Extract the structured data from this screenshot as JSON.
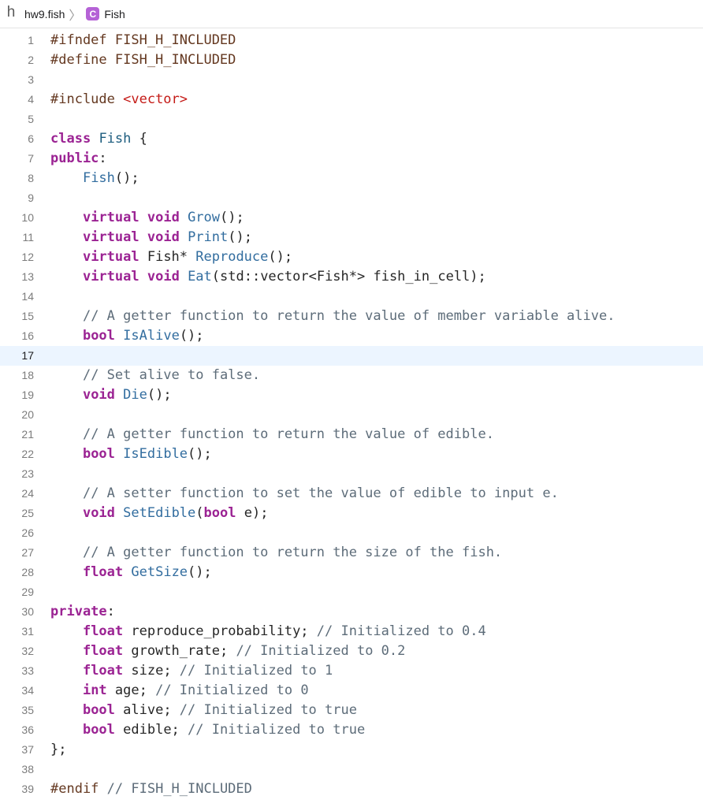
{
  "jumpbar": {
    "file_glyph": "h",
    "file_name": "hw9.fish",
    "separator": "〉",
    "class_badge": "C",
    "symbol_name": "Fish"
  },
  "editor": {
    "current_line": 17,
    "lines": [
      {
        "n": "1",
        "tokens": [
          {
            "t": "#ifndef FISH_H_INCLUDED",
            "k": "pre"
          }
        ]
      },
      {
        "n": "2",
        "tokens": [
          {
            "t": "#define FISH_H_INCLUDED",
            "k": "pre"
          }
        ]
      },
      {
        "n": "3",
        "tokens": []
      },
      {
        "n": "4",
        "tokens": [
          {
            "t": "#include ",
            "k": "pre"
          },
          {
            "t": "<vector>",
            "k": "str"
          }
        ]
      },
      {
        "n": "5",
        "tokens": []
      },
      {
        "n": "6",
        "tokens": [
          {
            "t": "class",
            "k": "kw"
          },
          {
            "t": " ",
            "k": "plain"
          },
          {
            "t": "Fish",
            "k": "type"
          },
          {
            "t": " {",
            "k": "plain"
          }
        ]
      },
      {
        "n": "7",
        "tokens": [
          {
            "t": "public",
            "k": "kw"
          },
          {
            "t": ":",
            "k": "plain"
          }
        ]
      },
      {
        "n": "8",
        "tokens": [
          {
            "t": "    ",
            "k": "plain"
          },
          {
            "t": "Fish",
            "k": "fn"
          },
          {
            "t": "();",
            "k": "plain"
          }
        ]
      },
      {
        "n": "9",
        "tokens": []
      },
      {
        "n": "10",
        "tokens": [
          {
            "t": "    ",
            "k": "plain"
          },
          {
            "t": "virtual",
            "k": "kw"
          },
          {
            "t": " ",
            "k": "plain"
          },
          {
            "t": "void",
            "k": "kw"
          },
          {
            "t": " ",
            "k": "plain"
          },
          {
            "t": "Grow",
            "k": "fn"
          },
          {
            "t": "();",
            "k": "plain"
          }
        ]
      },
      {
        "n": "11",
        "tokens": [
          {
            "t": "    ",
            "k": "plain"
          },
          {
            "t": "virtual",
            "k": "kw"
          },
          {
            "t": " ",
            "k": "plain"
          },
          {
            "t": "void",
            "k": "kw"
          },
          {
            "t": " ",
            "k": "plain"
          },
          {
            "t": "Print",
            "k": "fn"
          },
          {
            "t": "();",
            "k": "plain"
          }
        ]
      },
      {
        "n": "12",
        "tokens": [
          {
            "t": "    ",
            "k": "plain"
          },
          {
            "t": "virtual",
            "k": "kw"
          },
          {
            "t": " Fish* ",
            "k": "plain"
          },
          {
            "t": "Reproduce",
            "k": "fn"
          },
          {
            "t": "();",
            "k": "plain"
          }
        ]
      },
      {
        "n": "13",
        "tokens": [
          {
            "t": "    ",
            "k": "plain"
          },
          {
            "t": "virtual",
            "k": "kw"
          },
          {
            "t": " ",
            "k": "plain"
          },
          {
            "t": "void",
            "k": "kw"
          },
          {
            "t": " ",
            "k": "plain"
          },
          {
            "t": "Eat",
            "k": "fn"
          },
          {
            "t": "(std::vector<Fish*> fish_in_cell);",
            "k": "plain"
          }
        ]
      },
      {
        "n": "14",
        "tokens": []
      },
      {
        "n": "15",
        "tokens": [
          {
            "t": "    ",
            "k": "plain"
          },
          {
            "t": "// A getter function to return the value of member variable alive.",
            "k": "cmt"
          }
        ]
      },
      {
        "n": "16",
        "tokens": [
          {
            "t": "    ",
            "k": "plain"
          },
          {
            "t": "bool",
            "k": "kw"
          },
          {
            "t": " ",
            "k": "plain"
          },
          {
            "t": "IsAlive",
            "k": "fn"
          },
          {
            "t": "();",
            "k": "plain"
          }
        ]
      },
      {
        "n": "17",
        "tokens": []
      },
      {
        "n": "18",
        "tokens": [
          {
            "t": "    ",
            "k": "plain"
          },
          {
            "t": "// Set alive to false.",
            "k": "cmt"
          }
        ]
      },
      {
        "n": "19",
        "tokens": [
          {
            "t": "    ",
            "k": "plain"
          },
          {
            "t": "void",
            "k": "kw"
          },
          {
            "t": " ",
            "k": "plain"
          },
          {
            "t": "Die",
            "k": "fn"
          },
          {
            "t": "();",
            "k": "plain"
          }
        ]
      },
      {
        "n": "20",
        "tokens": []
      },
      {
        "n": "21",
        "tokens": [
          {
            "t": "    ",
            "k": "plain"
          },
          {
            "t": "// A getter function to return the value of edible.",
            "k": "cmt"
          }
        ]
      },
      {
        "n": "22",
        "tokens": [
          {
            "t": "    ",
            "k": "plain"
          },
          {
            "t": "bool",
            "k": "kw"
          },
          {
            "t": " ",
            "k": "plain"
          },
          {
            "t": "IsEdible",
            "k": "fn"
          },
          {
            "t": "();",
            "k": "plain"
          }
        ]
      },
      {
        "n": "23",
        "tokens": []
      },
      {
        "n": "24",
        "tokens": [
          {
            "t": "    ",
            "k": "plain"
          },
          {
            "t": "// A setter function to set the value of edible to input e.",
            "k": "cmt"
          }
        ]
      },
      {
        "n": "25",
        "tokens": [
          {
            "t": "    ",
            "k": "plain"
          },
          {
            "t": "void",
            "k": "kw"
          },
          {
            "t": " ",
            "k": "plain"
          },
          {
            "t": "SetEdible",
            "k": "fn"
          },
          {
            "t": "(",
            "k": "plain"
          },
          {
            "t": "bool",
            "k": "kw"
          },
          {
            "t": " e);",
            "k": "plain"
          }
        ]
      },
      {
        "n": "26",
        "tokens": []
      },
      {
        "n": "27",
        "tokens": [
          {
            "t": "    ",
            "k": "plain"
          },
          {
            "t": "// A getter function to return the size of the fish.",
            "k": "cmt"
          }
        ]
      },
      {
        "n": "28",
        "tokens": [
          {
            "t": "    ",
            "k": "plain"
          },
          {
            "t": "float",
            "k": "kw"
          },
          {
            "t": " ",
            "k": "plain"
          },
          {
            "t": "GetSize",
            "k": "fn"
          },
          {
            "t": "();",
            "k": "plain"
          }
        ]
      },
      {
        "n": "29",
        "tokens": []
      },
      {
        "n": "30",
        "tokens": [
          {
            "t": "private",
            "k": "kw"
          },
          {
            "t": ":",
            "k": "plain"
          }
        ]
      },
      {
        "n": "31",
        "tokens": [
          {
            "t": "    ",
            "k": "plain"
          },
          {
            "t": "float",
            "k": "kw"
          },
          {
            "t": " reproduce_probability; ",
            "k": "plain"
          },
          {
            "t": "// Initialized to 0.4",
            "k": "cmt"
          }
        ]
      },
      {
        "n": "32",
        "tokens": [
          {
            "t": "    ",
            "k": "plain"
          },
          {
            "t": "float",
            "k": "kw"
          },
          {
            "t": " growth_rate; ",
            "k": "plain"
          },
          {
            "t": "// Initialized to 0.2",
            "k": "cmt"
          }
        ]
      },
      {
        "n": "33",
        "tokens": [
          {
            "t": "    ",
            "k": "plain"
          },
          {
            "t": "float",
            "k": "kw"
          },
          {
            "t": " size; ",
            "k": "plain"
          },
          {
            "t": "// Initialized to 1",
            "k": "cmt"
          }
        ]
      },
      {
        "n": "34",
        "tokens": [
          {
            "t": "    ",
            "k": "plain"
          },
          {
            "t": "int",
            "k": "kw"
          },
          {
            "t": " age; ",
            "k": "plain"
          },
          {
            "t": "// Initialized to 0",
            "k": "cmt"
          }
        ]
      },
      {
        "n": "35",
        "tokens": [
          {
            "t": "    ",
            "k": "plain"
          },
          {
            "t": "bool",
            "k": "kw"
          },
          {
            "t": " alive; ",
            "k": "plain"
          },
          {
            "t": "// Initialized to true",
            "k": "cmt"
          }
        ]
      },
      {
        "n": "36",
        "tokens": [
          {
            "t": "    ",
            "k": "plain"
          },
          {
            "t": "bool",
            "k": "kw"
          },
          {
            "t": " edible; ",
            "k": "plain"
          },
          {
            "t": "// Initialized to true",
            "k": "cmt"
          }
        ]
      },
      {
        "n": "37",
        "tokens": [
          {
            "t": "};",
            "k": "plain"
          }
        ]
      },
      {
        "n": "38",
        "tokens": []
      },
      {
        "n": "39",
        "tokens": [
          {
            "t": "#endif ",
            "k": "pre"
          },
          {
            "t": "// FISH_H_INCLUDED",
            "k": "cmt"
          }
        ]
      }
    ]
  }
}
